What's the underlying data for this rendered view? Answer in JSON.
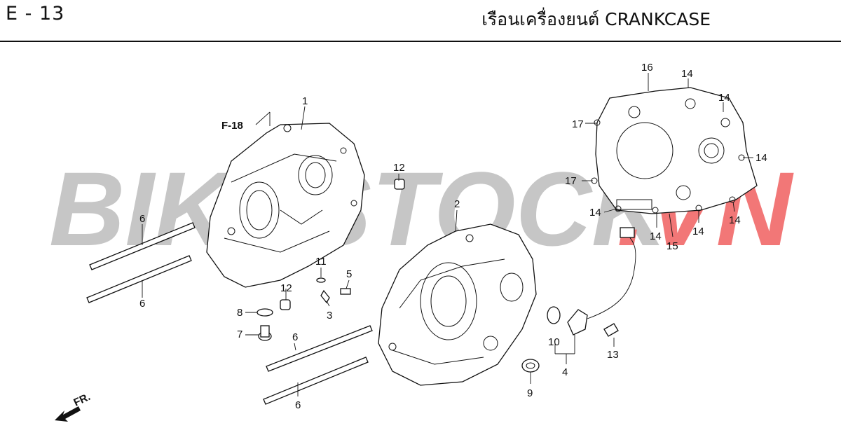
{
  "header": {
    "page_code": "E - 13",
    "title": "เรือนเครื่องยนต์  CRANKCASE"
  },
  "watermark": {
    "part1": "BIKE",
    "part2": "STOCK",
    "part3": ".VN",
    "color_grey": "#bdbdbd",
    "color_red": "#f06060"
  },
  "reference": {
    "label": "F-18"
  },
  "direction": {
    "label": "FR."
  },
  "callouts": {
    "c1": "1",
    "c2": "2",
    "c3": "3",
    "c4": "4",
    "c5": "5",
    "c6a": "6",
    "c6b": "6",
    "c6c": "6",
    "c6d": "6",
    "c7": "7",
    "c8": "8",
    "c9": "9",
    "c10": "10",
    "c11": "11",
    "c12a": "12",
    "c12b": "12",
    "c13": "13",
    "c14a": "14",
    "c14b": "14",
    "c14c": "14",
    "c14d": "14",
    "c14e": "14",
    "c14f": "14",
    "c14g": "14",
    "c15": "15",
    "c16": "16",
    "c17a": "17",
    "c17b": "17"
  }
}
